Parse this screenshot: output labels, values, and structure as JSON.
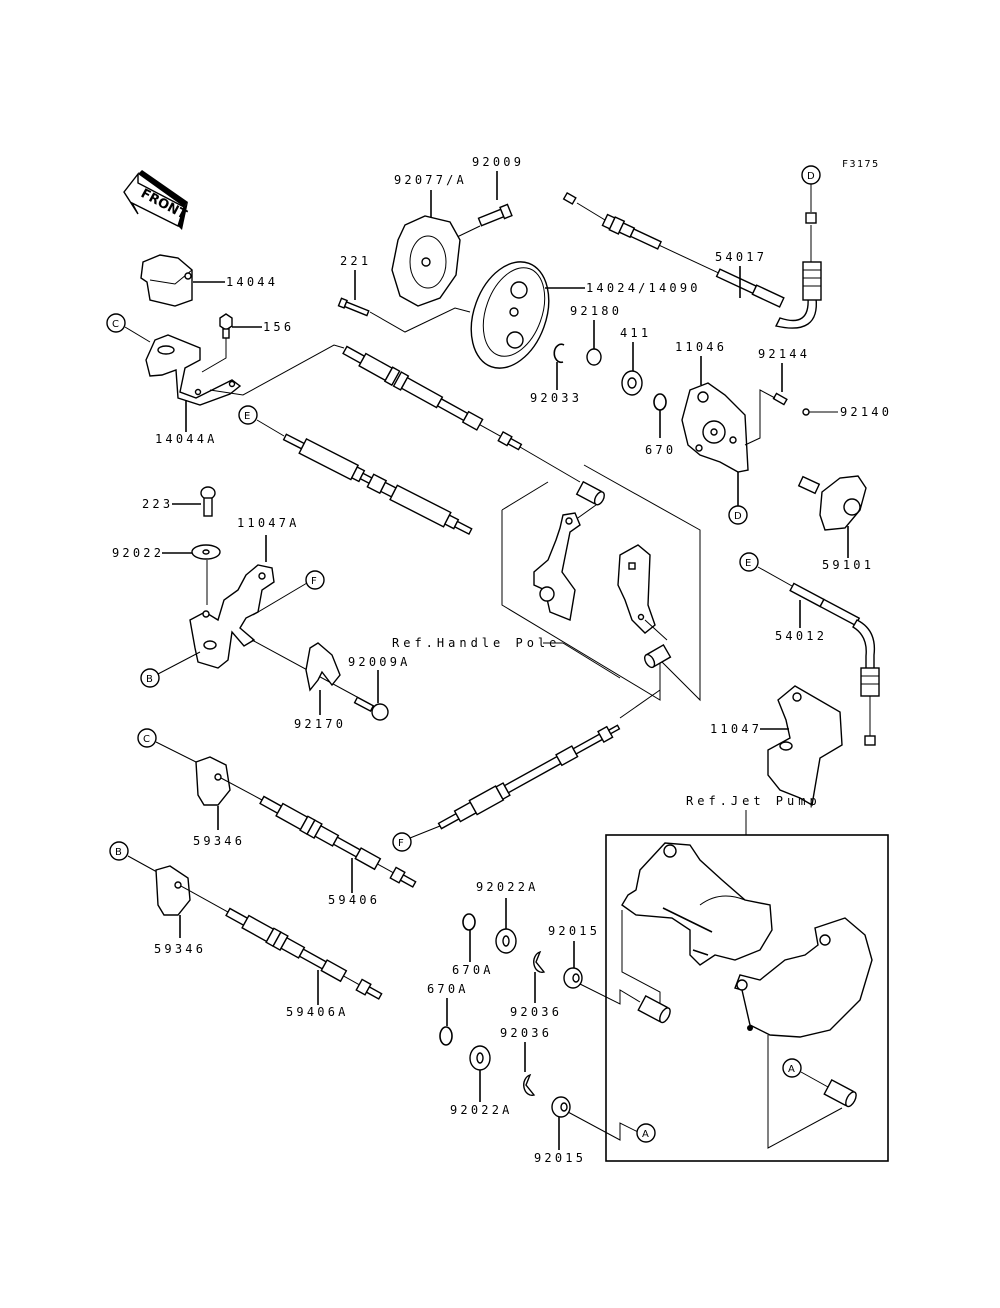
{
  "diagram": {
    "figure_code": "F3175",
    "front_arrow_label": "FRONT",
    "references": {
      "handle_pole": "Ref.Handle Pole",
      "jet_pump": "Ref.Jet Pump"
    },
    "callouts": {
      "A": "A",
      "B": "B",
      "C": "C",
      "D": "D",
      "E": "E",
      "F": "F"
    },
    "parts": {
      "p92009": "92009",
      "p92077A": "92077/A",
      "p221": "221",
      "p14044": "14044",
      "p156": "156",
      "p14044A": "14044A",
      "p14024_14090": "14024/14090",
      "p92180": "92180",
      "p411": "411",
      "p92033": "92033",
      "p670": "670",
      "p11046": "11046",
      "p92144": "92144",
      "p92140": "92140",
      "p54017": "54017",
      "p223": "223",
      "p11047A": "11047A",
      "p92022": "92022",
      "p92009A": "92009A",
      "p92170": "92170",
      "p59101": "59101",
      "p54012": "54012",
      "p11047": "11047",
      "p59346_top": "59346",
      "p59346_bottom": "59346",
      "p59406": "59406",
      "p59406A": "59406A",
      "p92022A_top": "92022A",
      "p92022A_bottom": "92022A",
      "p670A_top": "670A",
      "p670A_bottom": "670A",
      "p92015_top": "92015",
      "p92015_bottom": "92015",
      "p92036_top": "92036",
      "p92036_bottom": "92036"
    }
  }
}
